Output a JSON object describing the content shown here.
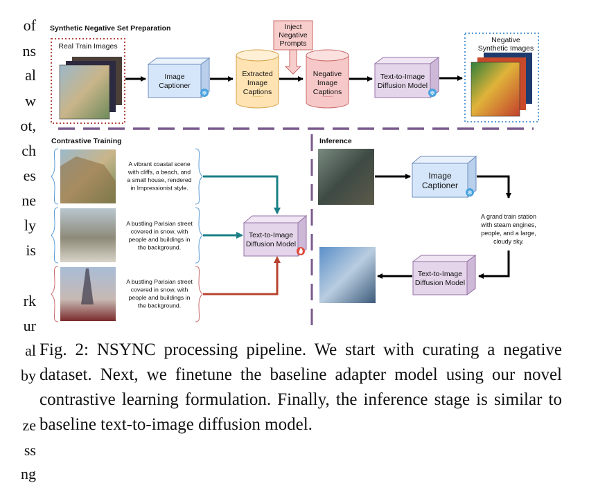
{
  "left_fragments": [
    "of",
    "ns",
    "al",
    "w",
    "ot,",
    "ch",
    "es",
    "ne",
    "ly",
    "is",
    "rk",
    "ur",
    "al",
    "by",
    "ze",
    "ss",
    "ng"
  ],
  "sections": {
    "prep_title": "Synthetic Negative Set Preparation",
    "contrastive_title": "Contrastive Training",
    "inference_title": "Inference"
  },
  "prep": {
    "real_train_label": "Real Train Images",
    "image_captioner": [
      "Image",
      "Captioner"
    ],
    "extracted_captions": [
      "Extracted",
      "Image",
      "Captions"
    ],
    "inject_negative": [
      "Inject",
      "Negative",
      "Prompts"
    ],
    "negative_captions": [
      "Negative",
      "Image",
      "Captions"
    ],
    "diffusion_model": [
      "Text-to-Image",
      "Diffusion Model"
    ],
    "negative_synthetic": [
      "Negative",
      "Synthetic Images"
    ]
  },
  "contrastive": {
    "captions": [
      [
        "A vibrant coastal scene",
        "with cliffs, a beach, and",
        "a small house, rendered",
        "in Impressionist style."
      ],
      [
        "A bustling Parisian street",
        "covered in snow, with",
        "people and buildings in",
        "the background."
      ],
      [
        "A bustling Parisian street",
        "covered in snow, with",
        "people and buildings in",
        "the background."
      ]
    ],
    "diffusion_model": [
      "Text-to-Image",
      "Diffusion Model"
    ]
  },
  "inference": {
    "image_captioner": [
      "Image",
      "Captioner"
    ],
    "generated_caption": [
      "A grand train station",
      "with steam engines,",
      "people, and a large,",
      "cloudy sky."
    ],
    "diffusion_model": [
      "Text-to-Image",
      "Diffusion Model"
    ]
  },
  "caption_text": "Fig. 2: NSYNC processing pipeline. We start with curating a negative dataset. Next, we finetune the baseline adapter model using our novel contrastive learning formulation. Finally, the inference stage is similar to baseline text-to-image diffusion model.",
  "colors": {
    "captioner_fill": "#d6e6fa",
    "captioner_stroke": "#6c8ebf",
    "extracted_fill": "#ffe3b3",
    "extracted_stroke": "#d6a24a",
    "negative_fill": "#f6c8c8",
    "negative_stroke": "#c96a6a",
    "inject_fill": "#f8cecc",
    "diffusion_fill": "#e4d5ea",
    "diffusion_stroke": "#9673a6",
    "divider": "#7a5a8c",
    "teal_arrow": "#1a7f86",
    "red_arrow": "#b8432f",
    "snowflake": "#4aa3df",
    "fire_badge": "#e04a3a"
  }
}
